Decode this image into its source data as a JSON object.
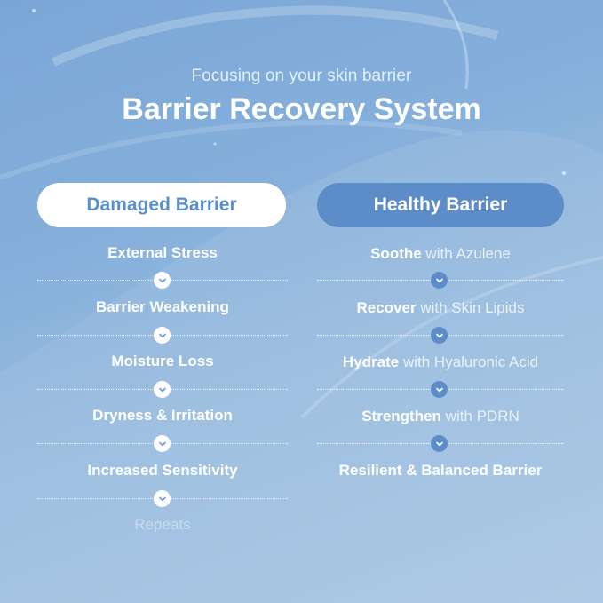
{
  "header": {
    "subtitle": "Focusing on your skin barrier",
    "title": "Barrier Recovery System"
  },
  "damaged": {
    "label": "Damaged Barrier",
    "steps": [
      {
        "text": "External Stress"
      },
      {
        "text": "Barrier Weakening"
      },
      {
        "text": "Moisture Loss"
      },
      {
        "text": "Dryness & Irritation"
      },
      {
        "text": "Increased Sensitivity"
      }
    ],
    "final": "Repeats"
  },
  "healthy": {
    "label": "Healthy Barrier",
    "steps": [
      {
        "bold": "Soothe",
        "rest": " with Azulene"
      },
      {
        "bold": "Recover",
        "rest": " with Skin Lipids"
      },
      {
        "bold": "Hydrate",
        "rest": " with Hyaluronic Acid"
      },
      {
        "bold": "Strengthen",
        "rest": " with PDRN"
      },
      {
        "bold": "Resilient & Balanced Barrier",
        "rest": ""
      }
    ]
  },
  "colors": {
    "accent": "#5d8dc8",
    "damaged_label": "#5b8fc9",
    "background": "#86b0db"
  },
  "icons": {
    "connector": "chevron-down-icon"
  }
}
